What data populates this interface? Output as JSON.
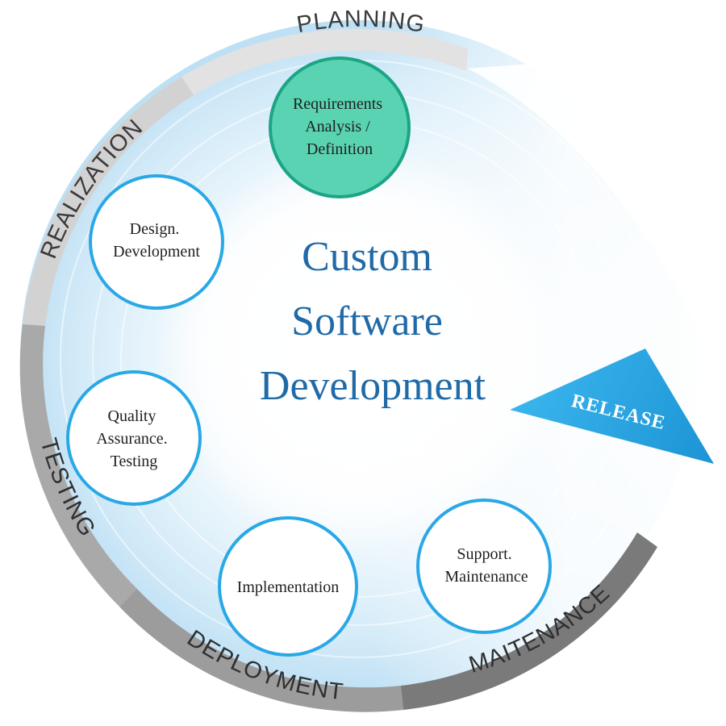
{
  "title": {
    "line1": "Custom",
    "line2": "Software",
    "line3": "Development"
  },
  "phases": {
    "planning": "PLANNING",
    "realization": "REALIZATION",
    "testing": "TESTING",
    "deployment": "DEPLOYMENT",
    "maintenance": "MAITENANCE"
  },
  "stages": {
    "requirements": [
      "Requirements",
      "Analysis /",
      "Definition"
    ],
    "design": [
      "Design.",
      "Development"
    ],
    "quality": [
      "Quality",
      "Assurance.",
      "Testing"
    ],
    "implementation": [
      "Implementation"
    ],
    "support": [
      "Support.",
      "Maintenance"
    ]
  },
  "release": "RELEASE",
  "colors": {
    "accent_blue": "#29a8e6",
    "requirements_fill": "#5ad3b2",
    "title_blue": "#1f6aa8",
    "band_light": "#e2e2e2",
    "band_mid": "#a9a9a9",
    "band_dark": "#7a7a7a"
  }
}
